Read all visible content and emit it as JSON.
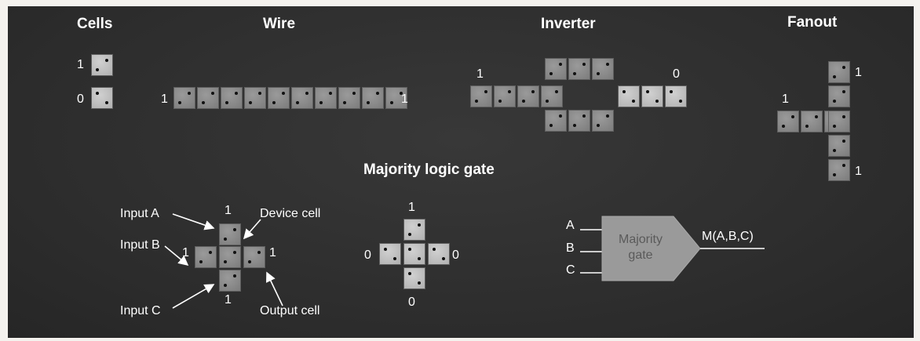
{
  "headings": {
    "cells": "Cells",
    "wire": "Wire",
    "inverter": "Inverter",
    "fanout": "Fanout",
    "majority": "Majority logic gate"
  },
  "cells_section": {
    "state_one": "1",
    "state_zero": "0"
  },
  "wire": {
    "input": "1",
    "output": "1"
  },
  "inverter": {
    "input": "1",
    "output": "0"
  },
  "fanout": {
    "input": "1",
    "output_top": "1",
    "output_bottom": "1"
  },
  "majority_example1": {
    "input_a_label": "Input A",
    "input_b_label": "Input B",
    "input_c_label": "Input C",
    "device_cell_label": "Device cell",
    "output_cell_label": "Output cell",
    "top_value": "1",
    "left_value": "1",
    "right_value": "1",
    "bottom_value": "1"
  },
  "majority_example2": {
    "top_value": "1",
    "left_value": "0",
    "right_value": "0",
    "bottom_value": "0"
  },
  "gate_symbol": {
    "input_a": "A",
    "input_b": "B",
    "input_c": "C",
    "body_line1": "Majority",
    "body_line2": "gate",
    "output": "M(A,B,C)"
  },
  "colors": {
    "background": "#2e2e2e",
    "cell_fill": "#8a8a8a",
    "cell_one_fill": "#bdbdbd",
    "text": "#ffffff",
    "gate_fill": "#9a9a9a"
  }
}
